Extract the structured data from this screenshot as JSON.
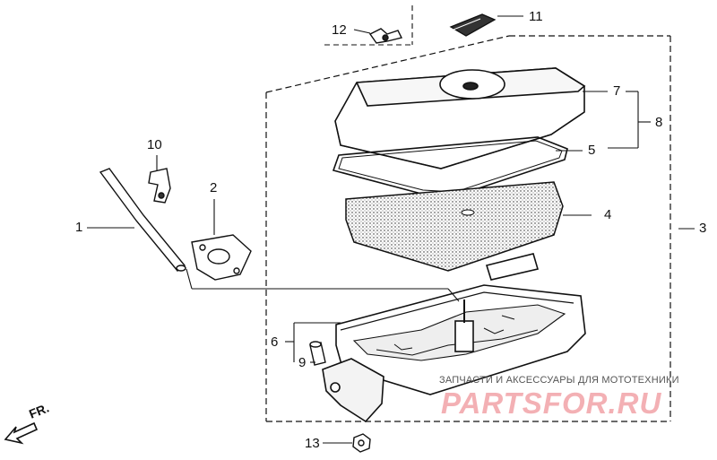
{
  "callouts": {
    "c1": "1",
    "c2": "2",
    "c3": "3",
    "c4": "4",
    "c5": "5",
    "c6": "6",
    "c7": "7",
    "c8": "8",
    "c9": "9",
    "c10": "10",
    "c11": "11",
    "c12": "12",
    "c13": "13"
  },
  "direction": {
    "label": "FR."
  },
  "watermark": {
    "caption": "ЗАПЧАСТИ И АКСЕССУАРЫ ДЛЯ МОТОТЕХНИКИ",
    "logo": "PARTSFOR.RU"
  },
  "colors": {
    "ink": "#111111",
    "watermark": "#f2a3a8"
  }
}
